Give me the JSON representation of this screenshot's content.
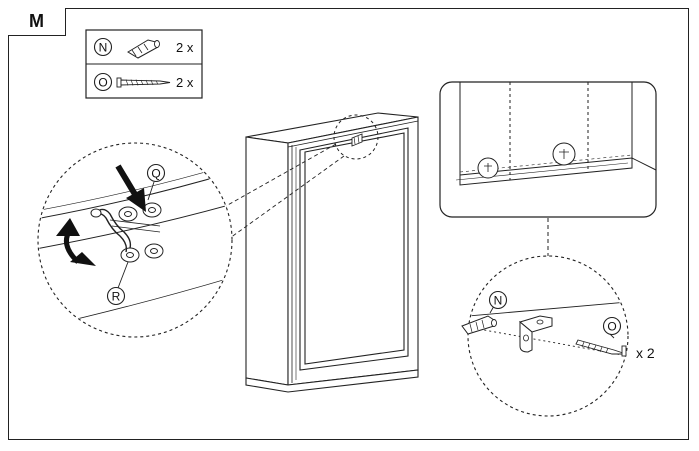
{
  "step": "M",
  "parts": [
    {
      "letter": "N",
      "qty": "2 x",
      "icon": "anchor-plug-icon"
    },
    {
      "letter": "O",
      "qty": "2 x",
      "icon": "screw-icon"
    }
  ],
  "callouts": {
    "q": "Q",
    "r": "R",
    "n": "N",
    "o": "O",
    "quantity": "x 2"
  }
}
